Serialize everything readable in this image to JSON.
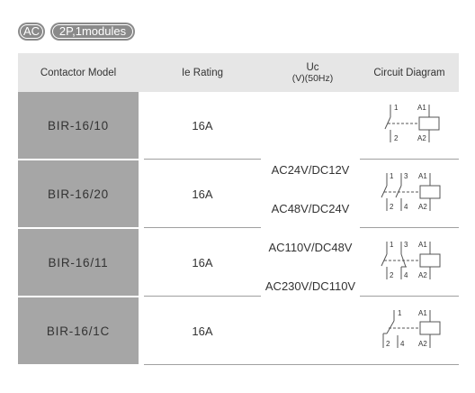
{
  "badges": {
    "ac": "AC",
    "poles": "2P,1modules"
  },
  "header": {
    "model": "Contactor Model",
    "rating": "Ie Rating",
    "uc_line1": "Uc",
    "uc_line2": "(V)(50Hz)",
    "diagram": "Circuit Diagram"
  },
  "rows": [
    {
      "model": "BIR-16/10",
      "rating": "16A"
    },
    {
      "model": "BIR-16/20",
      "rating": "16A"
    },
    {
      "model": "BIR-16/11",
      "rating": "16A"
    },
    {
      "model": "BIR-16/1C",
      "rating": "16A"
    }
  ],
  "voltages": [
    "AC24V/DC12V",
    "AC48V/DC24V",
    "AC110V/DC48V",
    "AC230V/DC110V"
  ],
  "diagram_labels": {
    "t1": "1",
    "t2": "2",
    "t3": "3",
    "t4": "4",
    "a1": "A1",
    "a2": "A2"
  },
  "colors": {
    "header_bg": "#e6e6e6",
    "model_bg": "#a6a6a6",
    "badge_bg": "#8a8a8a"
  }
}
